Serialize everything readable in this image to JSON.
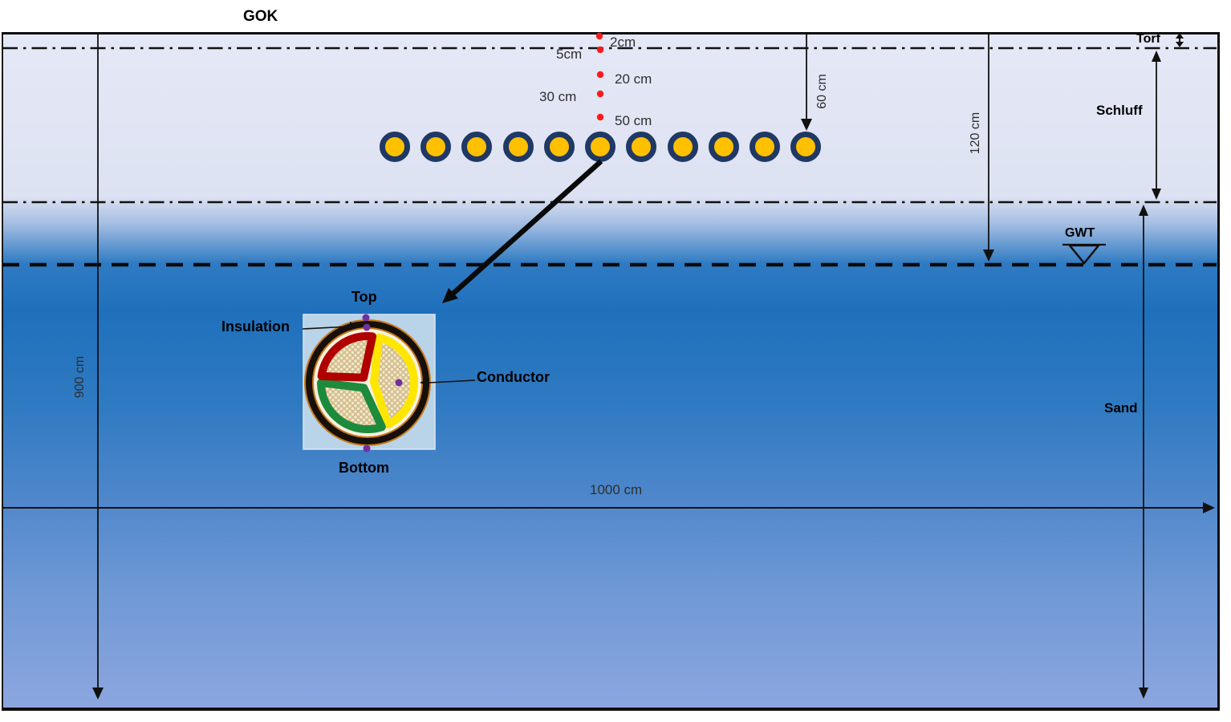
{
  "diagram": {
    "surface_label": "GOK",
    "groundwater_label": "GWT",
    "layer_labels": {
      "torf": "Torf",
      "schluff": "Schluff",
      "sand": "Sand"
    },
    "sensor_depths": {
      "d2": "2cm",
      "d5": "5cm",
      "d20": "20 cm",
      "d30": "30 cm",
      "d50": "50 cm"
    },
    "dimensions": {
      "cable_depth": "60 cm",
      "gwt_depth": "120 cm",
      "model_depth": "900 cm",
      "model_width": "1000 cm"
    },
    "cable_detail": {
      "top": "Top",
      "bottom": "Bottom",
      "insulation": "Insulation",
      "conductor": "Conductor"
    },
    "cable_count": 11,
    "colors": {
      "cable_fill": "#FFC000",
      "cable_ring": "#1F3864",
      "sensor_dot": "#FF1A1A",
      "measure_dot": "#7030A0",
      "insulation_red": "#B00000",
      "insulation_yellow": "#FFE600",
      "insulation_green": "#1E8A3C",
      "deep_soil_blue": "#1F70BC",
      "top_soil": "#E5E8F6"
    }
  }
}
